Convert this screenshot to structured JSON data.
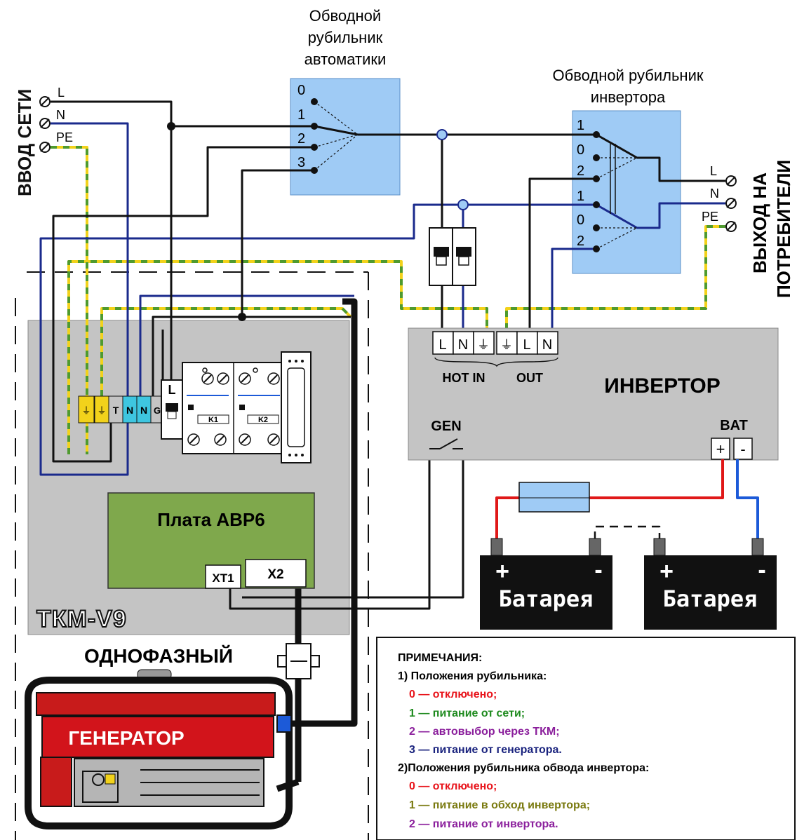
{
  "mains_input": {
    "title": "ВВОД СЕТИ",
    "terminals": [
      "L",
      "N",
      "PE"
    ]
  },
  "auto_bypass_switch": {
    "title_lines": [
      "Обводной",
      "рубильник",
      "автоматики"
    ],
    "positions": [
      "0",
      "1",
      "2",
      "3"
    ]
  },
  "inverter_bypass_switch": {
    "title_lines": [
      "Обводной рубильник",
      "инвертора"
    ],
    "positions_top": [
      "1",
      "0",
      "2"
    ],
    "positions_bottom": [
      "1",
      "0",
      "2"
    ]
  },
  "output": {
    "title_lines": [
      "ВЫХОД НА",
      "ПОТРЕБИТЕЛИ"
    ],
    "terminals": [
      "L",
      "N",
      "PE"
    ]
  },
  "inverter": {
    "title": "ИНВЕРТОР",
    "terminals": [
      "L",
      "N",
      "⏚",
      "⏚",
      "L",
      "N"
    ],
    "hot_in_label": "HOT IN",
    "out_label": "OUT",
    "gen_label": "GEN",
    "bat_label": "BAT",
    "bat_plus": "+",
    "bat_minus": "-"
  },
  "tkm": {
    "brand": "ТКМ-V9",
    "terminal_block": [
      "⏚",
      "⏚",
      "T",
      "N",
      "N",
      "G"
    ],
    "breaker_label": "L",
    "contactors": [
      "K1",
      "K2"
    ],
    "board_title": "Плата АВР6",
    "xt1": "XT1",
    "x2": "X2"
  },
  "batteries": [
    {
      "plus": "+",
      "minus": "-",
      "label": "Батарея"
    },
    {
      "plus": "+",
      "minus": "-",
      "label": "Батарея"
    }
  ],
  "generator": {
    "type_label": "ОДНОФАЗНЫЙ",
    "label": "ГЕНЕРАТОР"
  },
  "notes": {
    "title": "ПРИМЕЧАНИЯ:",
    "section1": "1) Положения рубильника:",
    "items1": [
      {
        "text": "0 — отключено;",
        "color": "#e8141b"
      },
      {
        "text": "1 — питание от сети;",
        "color": "#1e8a1e"
      },
      {
        "text": "2 — автовыбор через ТКМ;",
        "color": "#8b1f9c"
      },
      {
        "text": "3 — питание от генератора.",
        "color": "#1a237e"
      }
    ],
    "section2": "2)Положения рубильника обвода инвертора:",
    "items2": [
      {
        "text": "0 — отключено;",
        "color": "#e8141b"
      },
      {
        "text": "1 — питание в обход инвертора;",
        "color": "#7a7a10"
      },
      {
        "text": "2 — питание от инвертора.",
        "color": "#8b1f9c"
      }
    ]
  },
  "colors": {
    "phase": "#111111",
    "neutral": "#1a2a8c",
    "pe_yellow": "#f2d21b",
    "pe_green": "#4f9a2e",
    "switch_fill": "#9fcbf5",
    "panel_gray": "#c4c4c4",
    "board_green": "#7fa84c",
    "battery_red": "#e01818",
    "battery_blue": "#1c5ad8",
    "generator_red": "#d2141b"
  }
}
